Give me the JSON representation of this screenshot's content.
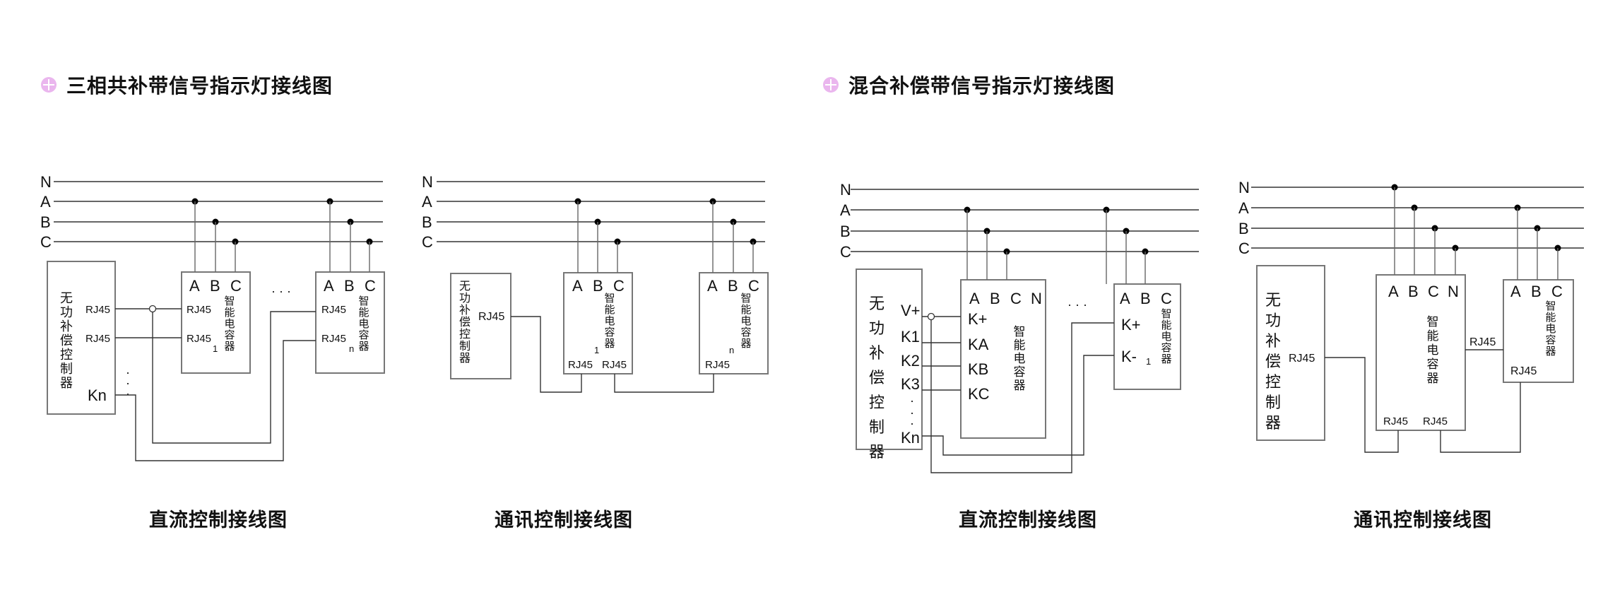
{
  "sections": [
    {
      "title": "三相共补带信号指示灯接线图",
      "icon": "plus-circle-bullet-icon",
      "icon_color": "#eab6ee",
      "diagrams": [
        {
          "caption": "直流控制接线图",
          "bus_labels": [
            "N",
            "A",
            "B",
            "C"
          ],
          "controller": {
            "label": "无功补偿控制器",
            "ports": [
              "RJ45",
              "RJ45",
              "Kn"
            ],
            "ellipsis": "·  ·  ·"
          },
          "capacitor_1": {
            "phases": [
              "A",
              "B",
              "C"
            ],
            "label": "智能电容器",
            "ports": [
              "RJ45",
              "RJ45"
            ],
            "index": "1"
          },
          "between_ellipsis": "· · ·",
          "capacitor_n": {
            "phases": [
              "A",
              "B",
              "C"
            ],
            "label": "智能电容器",
            "ports": [
              "RJ45",
              "RJ45"
            ],
            "index": "n"
          }
        },
        {
          "caption": "通讯控制接线图",
          "bus_labels": [
            "N",
            "A",
            "B",
            "C"
          ],
          "controller": {
            "label": "无功补偿控制器",
            "ports": [
              "RJ45"
            ]
          },
          "capacitor_1": {
            "phases": [
              "A",
              "B",
              "C"
            ],
            "label": "智能电容器",
            "ports": [
              "RJ45",
              "RJ45"
            ],
            "index": "1"
          },
          "capacitor_n": {
            "phases": [
              "A",
              "B",
              "C"
            ],
            "label": "智能电容器",
            "ports": [
              "RJ45"
            ],
            "index": "n"
          }
        }
      ]
    },
    {
      "title": "混合补偿带信号指示灯接线图",
      "icon": "plus-circle-bullet-icon",
      "icon_color": "#eab6ee",
      "diagrams": [
        {
          "caption": "直流控制接线图",
          "bus_labels": [
            "N",
            "A",
            "B",
            "C"
          ],
          "controller": {
            "label": "无功补偿控制器",
            "ports": [
              "V+",
              "K1",
              "K2",
              "K3",
              "Kn"
            ],
            "ellipsis": "·  ·  ·"
          },
          "capacitor_1": {
            "phases": [
              "A",
              "B",
              "C",
              "N"
            ],
            "label": "智能电容器",
            "ports": [
              "K+",
              "KA",
              "KB",
              "KC"
            ]
          },
          "between_ellipsis": "· · ·",
          "capacitor_2": {
            "phases": [
              "A",
              "B",
              "C"
            ],
            "label": "智能电容器",
            "ports": [
              "K+",
              "K-"
            ],
            "index": "1"
          }
        },
        {
          "caption": "通讯控制接线图",
          "bus_labels": [
            "N",
            "A",
            "B",
            "C"
          ],
          "controller": {
            "label": "无功补偿控制器",
            "ports": [
              "RJ45"
            ]
          },
          "capacitor_1": {
            "phases": [
              "A",
              "B",
              "C",
              "N"
            ],
            "label": "智能电容器",
            "ports": [
              "RJ45",
              "RJ45",
              "RJ45"
            ]
          },
          "capacitor_2": {
            "phases": [
              "A",
              "B",
              "C"
            ],
            "label": "智能电容器",
            "ports": [
              "RJ45"
            ]
          }
        }
      ]
    }
  ],
  "colors": {
    "line": "#333333",
    "box": "#777777",
    "dot": "#000000"
  }
}
